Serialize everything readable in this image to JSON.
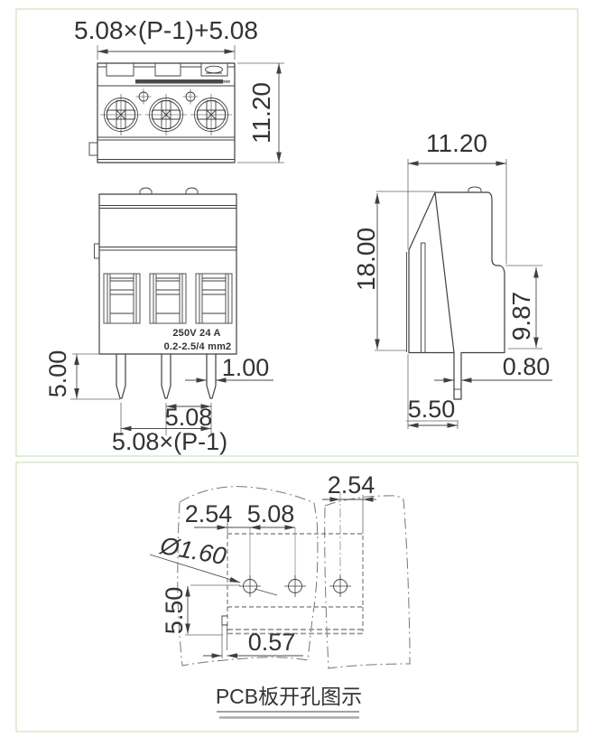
{
  "colors": {
    "line": "#3f3f3f",
    "panel_border": "#d9e6c9",
    "aux_gray": "#999999"
  },
  "top_view": {
    "dim_total_width": "5.08×(P-1)+5.08",
    "dim_depth": "11.20"
  },
  "front_view": {
    "rating_line1": "250V 24 A",
    "rating_line2": "0.2-2.5/4 mm2",
    "dim_pin_length": "5.00",
    "dim_pin_width": "1.00",
    "dim_pitch": "5.08",
    "dim_pin_span": "5.08×(P-1)"
  },
  "side_view": {
    "dim_width": "11.20",
    "dim_height": "18.00",
    "dim_upper_height": "9.87",
    "dim_pin_thickness": "0.80",
    "dim_pin_offset": "5.50"
  },
  "pcb_view": {
    "dim_edge_offset": "2.54",
    "dim_hole_pitch": "5.08",
    "dim_right_offset": "2.54",
    "dim_hole_diameter": "Ø1.60",
    "dim_row_offset": "5.50",
    "dim_notch": "0.57",
    "caption": "PCB板开孔图示"
  }
}
